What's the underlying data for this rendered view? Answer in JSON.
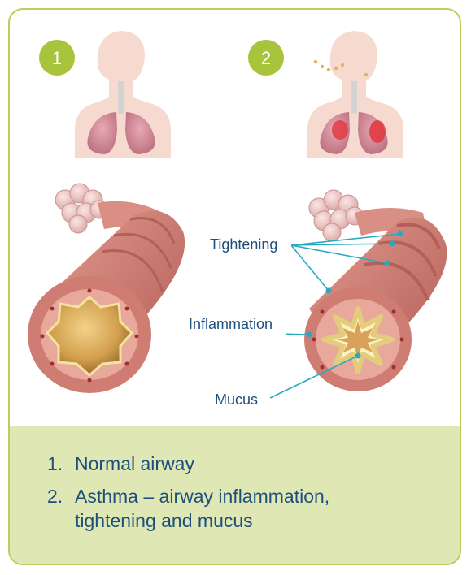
{
  "badges": [
    "1",
    "2"
  ],
  "labels": {
    "tightening": "Tightening",
    "inflammation": "Inflammation",
    "mucus": "Mucus"
  },
  "captions": [
    {
      "num": "1.",
      "lines": [
        "Normal airway"
      ]
    },
    {
      "num": "2.",
      "lines": [
        "Asthma – airway inflammation,",
        "tightening and mucus"
      ]
    }
  ],
  "colors": {
    "border": "#b6cf5e",
    "caption_bg": "#dfe8b5",
    "badge": "#a8c43c",
    "text": "#1e4f7c",
    "pointer": "#2aa9c4",
    "airway": "#c9736a",
    "skin": "#f6d9cf"
  }
}
